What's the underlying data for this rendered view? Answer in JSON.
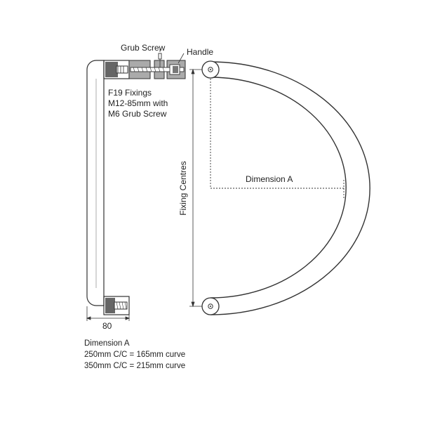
{
  "diagram": {
    "labels": {
      "grub_screw": "Grub Screw",
      "handle": "Handle",
      "fixings_line1": "F19 Fixings",
      "fixings_line2": "M12-85mm with",
      "fixings_line3": "M6 Grub Screw",
      "fixing_centres": "Fixing Centres",
      "dimension_a": "Dimension A",
      "width": "80"
    },
    "specs": {
      "heading": "Dimension A",
      "rows": [
        "250mm C/C = 165mm curve",
        "350mm C/C = 215mm curve"
      ]
    },
    "colors": {
      "line": "#333333",
      "fill_dark": "#555555",
      "fill_mid": "#999999",
      "background": "#ffffff"
    }
  }
}
